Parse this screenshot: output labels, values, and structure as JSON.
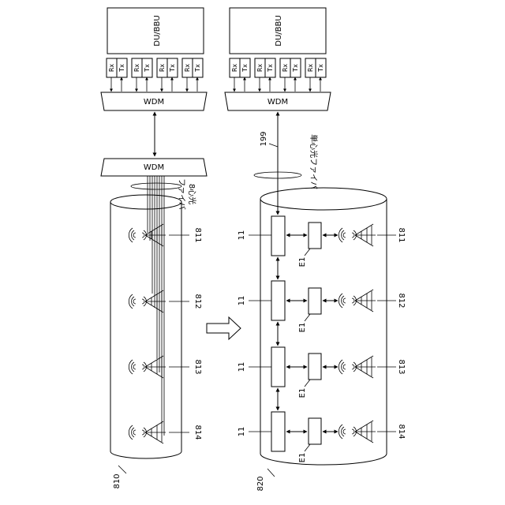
{
  "left": {
    "du_label": "DU/BBU",
    "wdm_top": "WDM",
    "wdm_bottom": "WDM",
    "fiber_label": [
      "8心光",
      "ファイバ"
    ],
    "rx": "Rx",
    "tx": "Tx",
    "antennas": [
      "811",
      "812",
      "813",
      "814"
    ],
    "figure_id": "810"
  },
  "right": {
    "du_label": "DU/BBU",
    "wdm_top": "WDM",
    "cable_id": "199",
    "fiber_label": "単心光ファイバ",
    "rx": "Rx",
    "tx": "Tx",
    "units": [
      "11",
      "11",
      "11",
      "11"
    ],
    "e1": [
      "E1",
      "E1",
      "E1",
      "E1"
    ],
    "antennas": [
      "811",
      "812",
      "813",
      "814"
    ],
    "figure_id": "820"
  }
}
